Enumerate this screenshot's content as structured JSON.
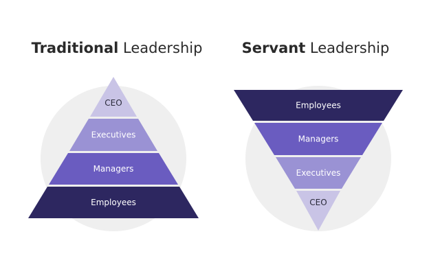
{
  "traditional": {
    "title_bold": "Traditional",
    "title_rest": "Leadership",
    "colors": {
      "circle": "#efefef"
    },
    "layers": [
      {
        "label": "CEO",
        "fill": "#c9c4e6",
        "text": "#2a2a3a"
      },
      {
        "label": "Executives",
        "fill": "#9a92d4",
        "text": "#ffffff"
      },
      {
        "label": "Managers",
        "fill": "#6a5cc0",
        "text": "#ffffff"
      },
      {
        "label": "Employees",
        "fill": "#2d2760",
        "text": "#ffffff"
      }
    ]
  },
  "servant": {
    "title_bold": "Servant",
    "title_rest": "Leadership",
    "colors": {
      "circle": "#efefef"
    },
    "layers": [
      {
        "label": "Employees",
        "fill": "#2d2760",
        "text": "#ffffff"
      },
      {
        "label": "Managers",
        "fill": "#6a5cc0",
        "text": "#ffffff"
      },
      {
        "label": "Executives",
        "fill": "#9a92d4",
        "text": "#ffffff"
      },
      {
        "label": "CEO",
        "fill": "#c9c4e6",
        "text": "#2a2a3a"
      }
    ]
  }
}
